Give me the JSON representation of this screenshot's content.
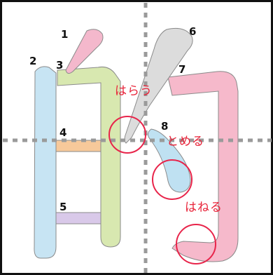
{
  "stroke_numbers": [
    "1",
    "2",
    "3",
    "4",
    "5",
    "6",
    "7",
    "8"
  ],
  "annotations": {
    "harau": "はらう",
    "tomeru": "とめる",
    "haneru": "はねる"
  },
  "colors": {
    "frame": "#111111",
    "guide": "#9a9a9a",
    "stroke1": "#f4b8cc",
    "stroke2": "#c7e4f3",
    "stroke3": "#d8e8b0",
    "stroke4": "#f7c99a",
    "stroke5": "#d9c9e9",
    "stroke6": "#dcdcdc",
    "stroke7": "#f6b9cb",
    "stroke8": "#bfe1f2",
    "outline": "#8a8a8a",
    "highlight": "#e8244a"
  }
}
